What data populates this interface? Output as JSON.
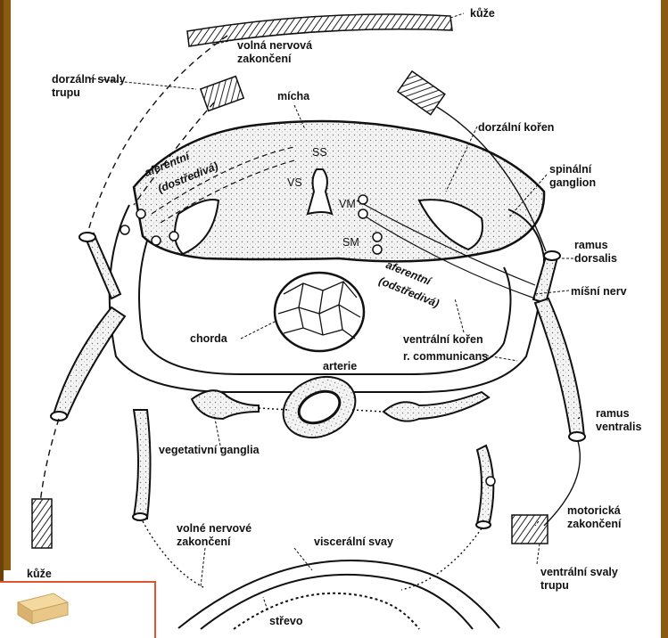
{
  "labels": {
    "kuze_top": "kůže",
    "volna_nervova_1": "volná nervová",
    "volna_nervova_2": "zakončení",
    "dorzalni_svaly_1": "dorzální svaly",
    "dorzalni_svaly_2": "trupu",
    "micha": "mícha",
    "aferentni_left_1": "aferentní",
    "aferentni_left_2": "(dostředivá)",
    "ss": "SS",
    "vs": "VS",
    "vm": "VM",
    "sm": "SM",
    "dorzalni_koren": "dorzální kořen",
    "spinalni_1": "spinální",
    "spinalni_2": "ganglion",
    "ramus_dorsalis_1": "ramus",
    "ramus_dorsalis_2": "dorsalis",
    "aferentni_right_1": "aferentní",
    "aferentni_right_2": "(odstředivá)",
    "misni_nerv": "míšní nerv",
    "chorda": "chorda",
    "ventralni_koren": "ventrální kořen",
    "r_communicans": "r. communicans",
    "arterie": "arterie",
    "ramus_ventralis_1": "ramus",
    "ramus_ventralis_2": "ventralis",
    "vegetativni_ganglia": "vegetativní ganglia",
    "motoricka_1": "motorická",
    "motoricka_2": "zakončení",
    "volne_nervove_1": "volné nervové",
    "volne_nervove_2": "zakončení",
    "visceralni_svaly": "viscerální svay",
    "ventralni_svaly_1": "ventrální svaly",
    "ventralni_svaly_2": "trupu",
    "kuze_bottom": "kůže",
    "strevo": "střevo"
  },
  "colors": {
    "frame_brown": "#8a5a10",
    "highlight_orange": "#e0552b",
    "ink": "#111111",
    "stipple": "#d9d9d9"
  }
}
